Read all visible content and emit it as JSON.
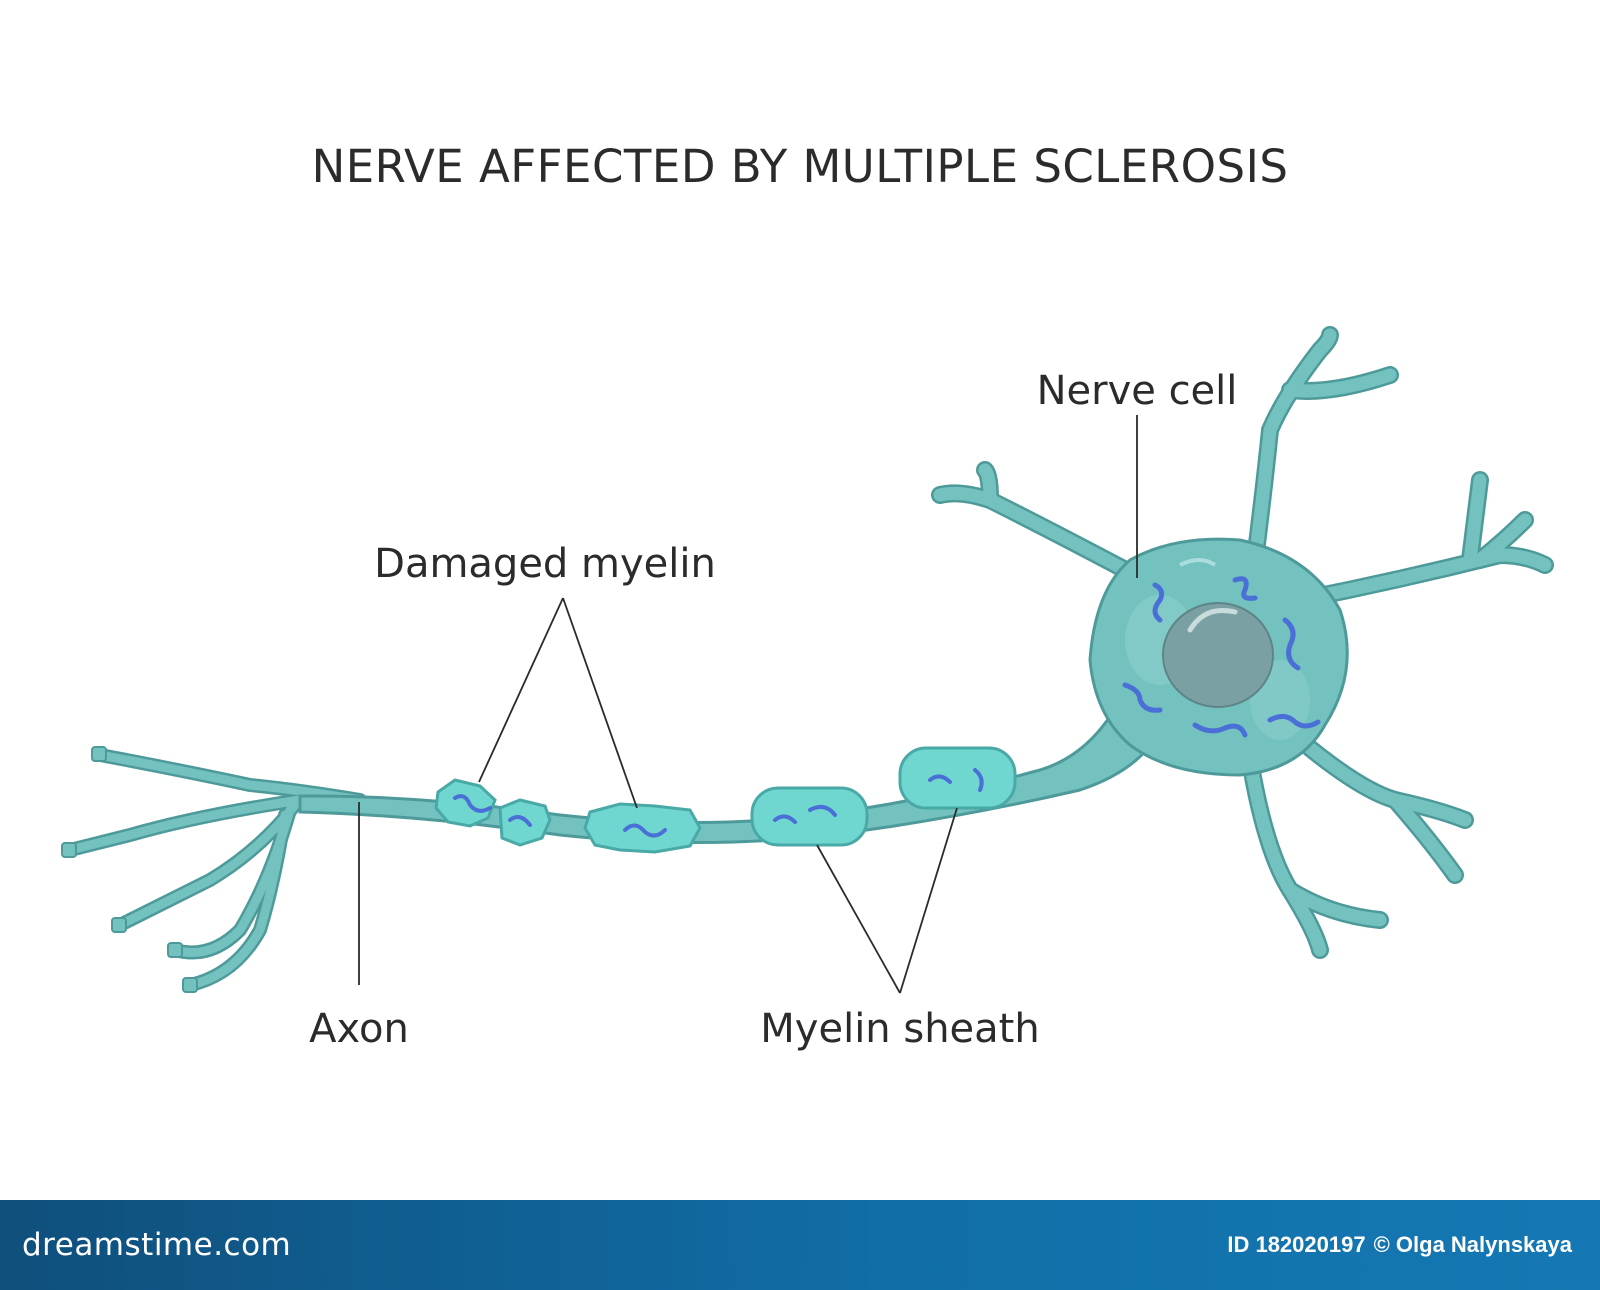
{
  "title": "NERVE AFFECTED BY MULTIPLE SCLEROSIS",
  "labels": {
    "nerve_cell": "Nerve cell",
    "damaged_myelin": "Damaged myelin",
    "axon": "Axon",
    "myelin_sheath": "Myelin sheath"
  },
  "footer": {
    "brand": "dreamstime.com",
    "id_text": "ID 182020197",
    "author": "© Olga Nalynskaya"
  },
  "colors": {
    "neuron": "#74c2c0",
    "neuron_stroke": "#4e9a9a",
    "myelin": "#6fd6d0",
    "nucleus": "#7aa0a4",
    "squiggle": "#4a6fd6",
    "footer_bg": "#116ea6"
  }
}
